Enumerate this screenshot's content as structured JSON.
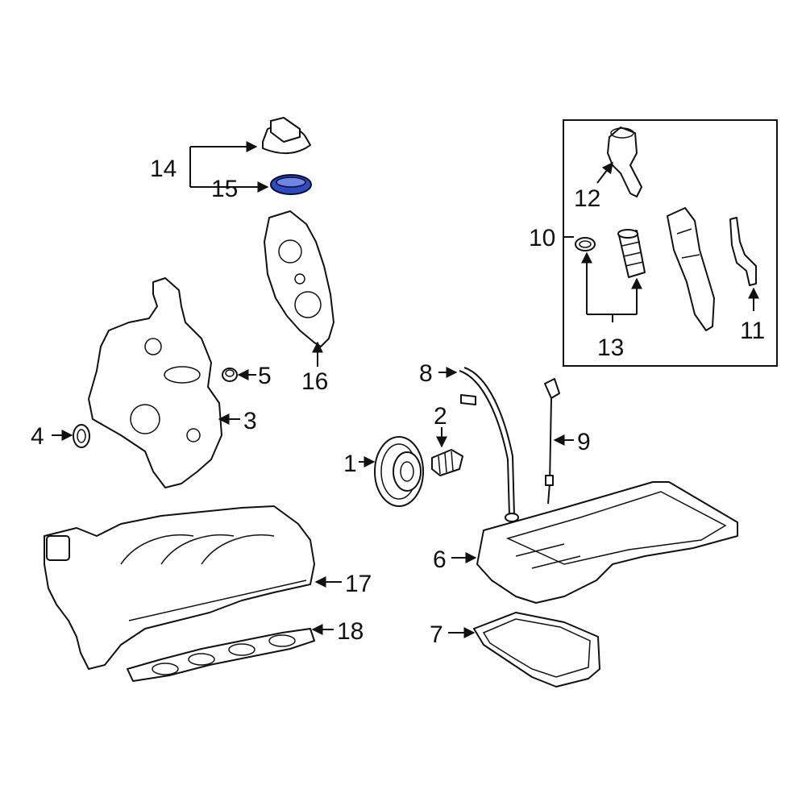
{
  "diagram": {
    "highlight_color": "#2b4bbf",
    "line_color": "#111111",
    "callouts": {
      "c1": "1",
      "c2": "2",
      "c3": "3",
      "c4": "4",
      "c5": "5",
      "c6": "6",
      "c7": "7",
      "c8": "8",
      "c9": "9",
      "c10": "10",
      "c11": "11",
      "c12": "12",
      "c13": "13",
      "c14": "14",
      "c15": "15",
      "c16": "16",
      "c17": "17",
      "c18": "18"
    }
  }
}
